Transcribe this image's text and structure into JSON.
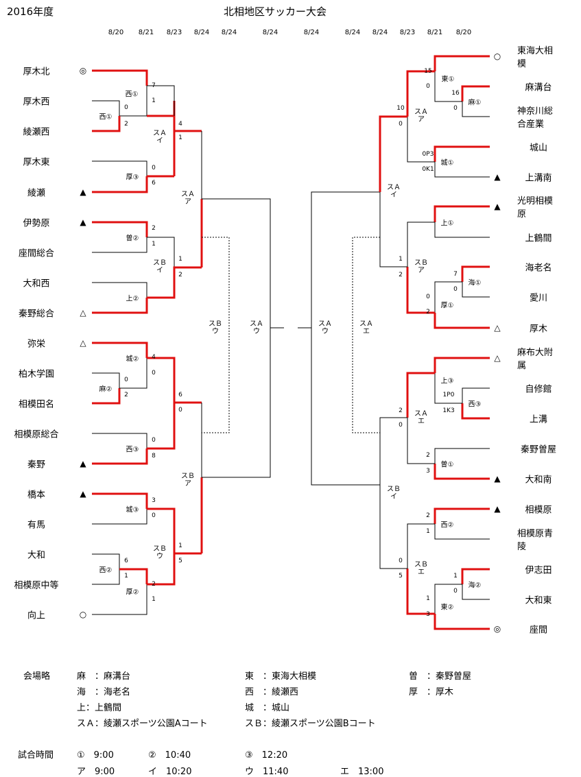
{
  "title_year": "2016年度",
  "title_main": "北相地区サッカー大会",
  "dates_left": [
    "8/20",
    "8/21",
    "8/23",
    "8/24",
    "8/24",
    "8/24"
  ],
  "dates_right": [
    "8/24",
    "8/24",
    "8/24",
    "8/23",
    "8/21",
    "8/20"
  ],
  "left_teams": [
    {
      "name": "厚木北",
      "mark": "◎"
    },
    {
      "name": "厚木西",
      "mark": ""
    },
    {
      "name": "綾瀬西",
      "mark": ""
    },
    {
      "name": "厚木東",
      "mark": ""
    },
    {
      "name": "綾瀬",
      "mark": "▲"
    },
    {
      "name": "伊勢原",
      "mark": "▲"
    },
    {
      "name": "座間総合",
      "mark": ""
    },
    {
      "name": "大和西",
      "mark": ""
    },
    {
      "name": "秦野総合",
      "mark": "△"
    },
    {
      "name": "弥栄",
      "mark": "△"
    },
    {
      "name": "柏木学園",
      "mark": ""
    },
    {
      "name": "相模田名",
      "mark": ""
    },
    {
      "name": "相模原総合",
      "mark": ""
    },
    {
      "name": "秦野",
      "mark": "▲"
    },
    {
      "name": "橋本",
      "mark": "▲"
    },
    {
      "name": "有馬",
      "mark": ""
    },
    {
      "name": "大和",
      "mark": ""
    },
    {
      "name": "相模原中等",
      "mark": ""
    },
    {
      "name": "向上",
      "mark": "○"
    }
  ],
  "right_teams": [
    {
      "name": "東海大相模",
      "mark": "○"
    },
    {
      "name": "麻溝台",
      "mark": ""
    },
    {
      "name": "神奈川総合産業",
      "mark": ""
    },
    {
      "name": "城山",
      "mark": ""
    },
    {
      "name": "上溝南",
      "mark": "▲"
    },
    {
      "name": "光明相模原",
      "mark": "▲"
    },
    {
      "name": "上鶴間",
      "mark": ""
    },
    {
      "name": "海老名",
      "mark": ""
    },
    {
      "name": "愛川",
      "mark": ""
    },
    {
      "name": "厚木",
      "mark": "△"
    },
    {
      "name": "麻布大附属",
      "mark": "△"
    },
    {
      "name": "自修館",
      "mark": ""
    },
    {
      "name": "上溝",
      "mark": ""
    },
    {
      "name": "秦野曽屋",
      "mark": ""
    },
    {
      "name": "大和南",
      "mark": "▲"
    },
    {
      "name": "相模原",
      "mark": "▲"
    },
    {
      "name": "相模原青陵",
      "mark": ""
    },
    {
      "name": "伊志田",
      "mark": ""
    },
    {
      "name": "大和東",
      "mark": ""
    },
    {
      "name": "座間",
      "mark": "◎"
    }
  ],
  "scores": [
    "7",
    "1",
    "0",
    "2",
    "4",
    "1",
    "0",
    "6",
    "2",
    "1",
    "1",
    "2",
    "4",
    "0",
    "0",
    "2",
    "6",
    "0",
    "0",
    "8",
    "3",
    "0",
    "6",
    "1",
    "1",
    "5",
    "2",
    "1",
    "15",
    "0",
    "16",
    "0",
    "10",
    "0",
    "0P3",
    "0K1",
    "7",
    "0",
    "1",
    "2",
    "0",
    "2",
    "1P0",
    "1K3",
    "2",
    "0",
    "2",
    "3",
    "2",
    "1",
    "1",
    "0",
    "0",
    "5",
    "1",
    "3"
  ],
  "game_labels": [
    "西①",
    "西①",
    "厚③",
    "曽②",
    "上②",
    "城②",
    "麻②",
    "西③",
    "城③",
    "西②",
    "厚②",
    "東①",
    "麻①",
    "城①",
    "上①",
    "海①",
    "厚①",
    "上③",
    "西③",
    "曽①",
    "西②",
    "海②",
    "東②"
  ],
  "venues": [
    "スＡ\nイ",
    "スＡ\nア",
    "スＢ\nイ",
    "スＢ\nウ",
    "スＡ\nウ",
    "スＡ\nウ",
    "スＢ\nア",
    "スＢ\nウ",
    "スＡ\nア",
    "スＡ\nイ",
    "スＢ\nア",
    "スＡ\nエ",
    "スＡ\nエ",
    "スＢ\nエ",
    "スＢ\nイ",
    "スＢ\nエ"
  ],
  "legend": {
    "header": "会場略",
    "items": [
      "麻　：麻溝台",
      "東　：東海大相模",
      "曽　：秦野曽屋",
      "海　：海老名",
      "西　：綾瀬西",
      "厚　：厚木",
      "上：上鶴間",
      "城　：城山",
      "スＡ：綾瀬スポーツ公園Aコート",
      "スＢ：綾瀬スポーツ公園Bコート"
    ],
    "time_header": "試合時間",
    "times": [
      "①　9:00",
      "②　10:40",
      "③　12:20",
      "ア　9:00",
      "イ　10:20",
      "ウ　11:40",
      "エ　13:00"
    ]
  }
}
